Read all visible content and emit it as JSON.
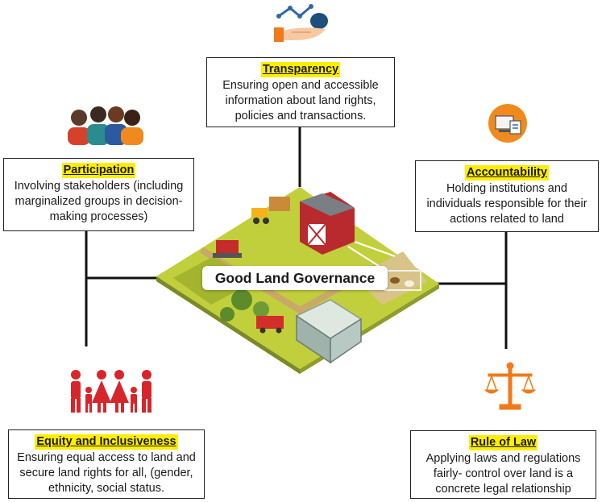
{
  "center": {
    "label": "Good Land Governance"
  },
  "boxes": {
    "transparency": {
      "title": "Transparency",
      "text": "Ensuring open and accessible information about land rights, policies and transactions."
    },
    "participation": {
      "title": "Participation",
      "text": "Involving stakeholders (including marginalized groups in decision-making processes)"
    },
    "accountability": {
      "title": "Accountability",
      "text": "Holding institutions and individuals responsible for their actions related to land"
    },
    "equity": {
      "title": "Equity and Inclusiveness",
      "text": "Ensuring equal access to land and secure land rights for all, (gender, ethnicity, social status."
    },
    "rule_of_law": {
      "title": "Rule of Law",
      "text": "Applying laws and regulations fairly- control over land is a concrete legal relationship"
    }
  },
  "icons": {
    "transparency": "hand-money-chart-icon",
    "participation": "group-people-icon",
    "accountability": "screen-document-icon",
    "equity": "family-icon",
    "rule_of_law": "scales-icon"
  },
  "colors": {
    "highlight": "#ffee00",
    "icon_accent": "#f07a1a",
    "family_red": "#d6262b",
    "land_green": "#c2cf3c"
  }
}
